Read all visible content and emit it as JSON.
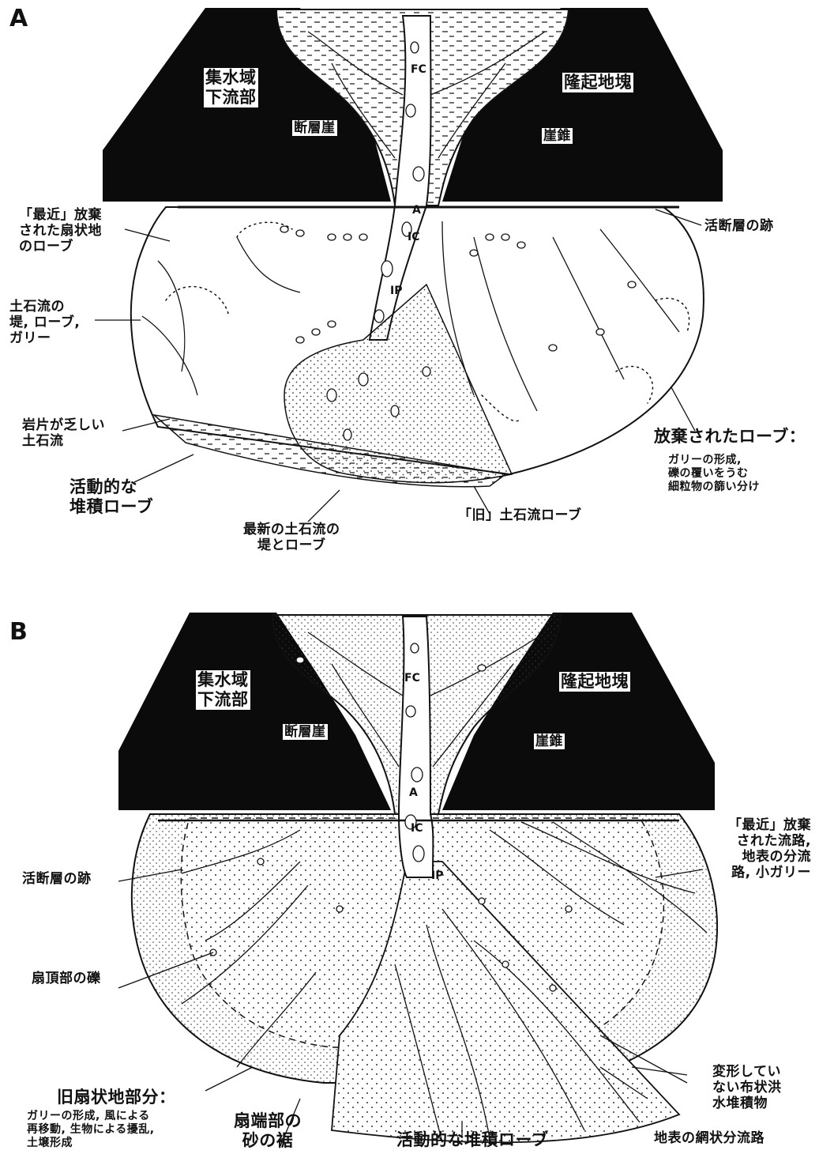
{
  "panelA": {
    "label": "A",
    "block_left": "集水域\n下流部",
    "block_right": "隆起地塊",
    "scarp": "断層崖",
    "talus": "崖錐",
    "fc": "FC",
    "a": "A",
    "ic": "IC",
    "ip": "IP",
    "fault_trace": "活断層の跡",
    "recent_abandoned": "「最近」放棄\nされた扇状地\nのローブ",
    "levee": "土石流の\n堤, ローブ,\nガリー",
    "clast_poor": "岩片が乏しい\n土石流",
    "active_lobe": "活動的な\n堆積ローブ",
    "newest": "最新の土石流の\n堤とローブ",
    "old_lobe": "「旧」土石流ローブ",
    "abandoned_title": "放棄されたローブ：",
    "abandoned_desc": "ガリーの形成,\n礫の覆いをうむ\n細粒物の篩い分け"
  },
  "panelB": {
    "label": "B",
    "block_left": "集水域\n下流部",
    "block_right": "隆起地塊",
    "scarp": "断層崖",
    "talus": "崖錐",
    "fc": "FC",
    "a": "A",
    "ic": "IC",
    "ip": "IP",
    "fault_trace": "活断層の跡",
    "recent_abandoned": "「最近」放棄\nされた流路,\n地表の分流\n路, 小ガリー",
    "apex_gravel": "扇頂部の礫",
    "unmodified": "変形してい\nない布状洪\n水堆積物",
    "old_fan_title": "旧扇状地部分：",
    "old_fan_desc": "ガリーの形成, 風による\n再移動, 生物による擾乱,\n土壌形成",
    "braided": "地表の網状分流路",
    "toe_sand": "扇端部の\n砂の裾",
    "active_lobe": "活動的な堆積ローブ"
  }
}
